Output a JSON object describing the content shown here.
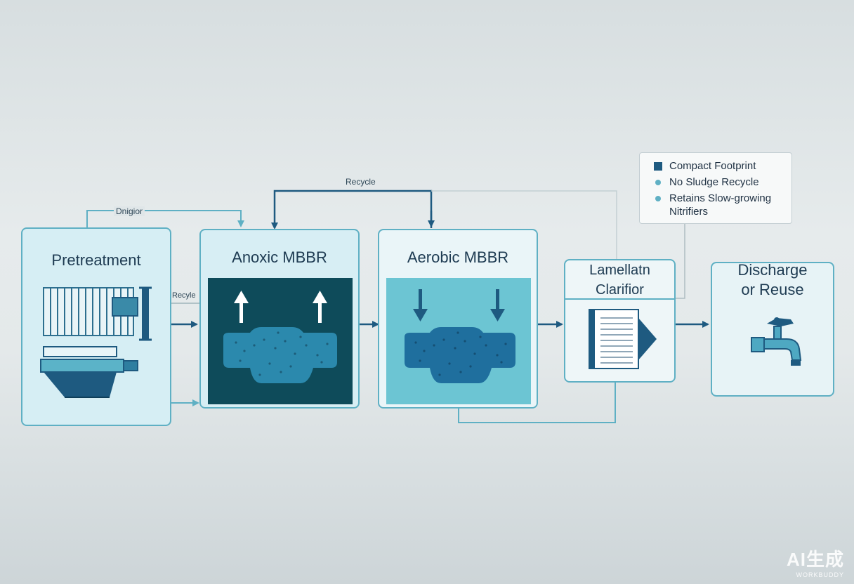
{
  "stages": {
    "pretreatment": {
      "title": "Pretreatment"
    },
    "anoxic": {
      "title": "Anoxic MBBR"
    },
    "aerobic": {
      "title": "Aerobic MBBR"
    },
    "clarifier": {
      "title_line1": "Lamellatn",
      "title_line2": "Clarifior"
    },
    "discharge": {
      "title_line1": "Discharge",
      "title_line2": "or Reuse"
    }
  },
  "flow_labels": {
    "top_recycle": "Recycle",
    "left_top": "Dnigior",
    "left_recycle": "Recyle"
  },
  "legend": {
    "items": [
      {
        "marker": "square",
        "text": "Compact Footprint"
      },
      {
        "marker": "dot",
        "text": "No Sludge Recycle"
      },
      {
        "marker": "dot",
        "text": "Retains Slow-growing",
        "text2": "Nitrifiers"
      }
    ]
  },
  "watermark": {
    "line1": "AI生成",
    "line2": "WORKBUDDY"
  },
  "colors": {
    "border": "#5fb0c4",
    "arrow": "#1e5a80",
    "anoxic_fill": "#0e4b5a",
    "aerobic_fill": "#6cc5d3",
    "media_fill": "#2f90b3",
    "light_fill": "#d7eef4"
  },
  "icons": {
    "pretreatment": [
      "bar-screen-icon",
      "grit-chamber-icon"
    ],
    "anoxic": [
      "up-arrow-icon",
      "carrier-media-icon"
    ],
    "aerobic": [
      "down-arrow-icon",
      "carrier-media-icon"
    ],
    "clarifier": "lamella-plates-icon",
    "discharge": "water-tap-icon"
  }
}
